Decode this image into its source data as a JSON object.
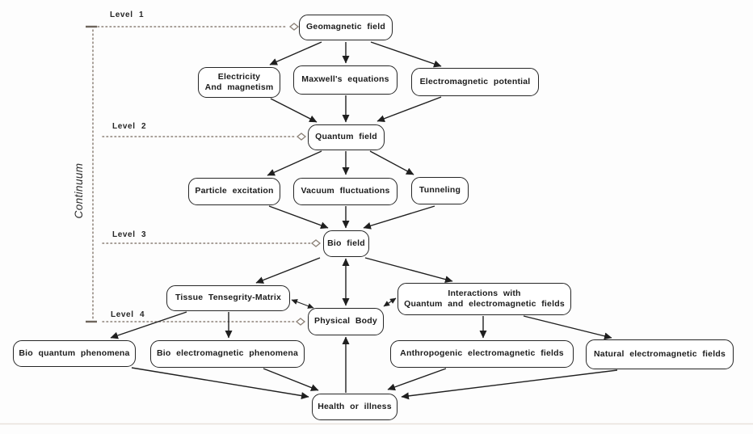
{
  "axis_label": "Continuum",
  "levels": {
    "l1": "Level 1",
    "l2": "Level 2",
    "l3": "Level 3",
    "l4": "Level 4"
  },
  "nodes": {
    "geomagnetic_field": "Geomagnetic field",
    "electricity_magnetism": "Electricity\nAnd magnetism",
    "maxwells_equations": "Maxwell's equations",
    "electromagnetic_potential": "Electromagnetic potential",
    "quantum_field": "Quantum field",
    "particle_excitation": "Particle excitation",
    "vacuum_fluctuations": "Vacuum fluctuations",
    "tunneling": "Tunneling",
    "bio_field": "Bio field",
    "tissue_tensegrity_matrix": "Tissue Tensegrity-Matrix",
    "interactions_fields": "Interactions with\nQuantum and electromagnetic fields",
    "physical_body": "Physical Body",
    "bio_quantum_phenomena": "Bio quantum phenomena",
    "bio_electromagnetic_phenomena": "Bio electromagnetic phenomena",
    "anthropogenic_emf": "Anthropogenic electromagnetic fields",
    "natural_emf": "Natural electromagnetic fields",
    "health_or_illness": "Health or illness"
  },
  "edges": [
    {
      "from": "geomagnetic_field",
      "to": "electricity_magnetism",
      "bidirectional": false
    },
    {
      "from": "geomagnetic_field",
      "to": "maxwells_equations",
      "bidirectional": false
    },
    {
      "from": "geomagnetic_field",
      "to": "electromagnetic_potential",
      "bidirectional": false
    },
    {
      "from": "electricity_magnetism",
      "to": "quantum_field",
      "bidirectional": false
    },
    {
      "from": "maxwells_equations",
      "to": "quantum_field",
      "bidirectional": false
    },
    {
      "from": "electromagnetic_potential",
      "to": "quantum_field",
      "bidirectional": false
    },
    {
      "from": "quantum_field",
      "to": "particle_excitation",
      "bidirectional": false
    },
    {
      "from": "quantum_field",
      "to": "vacuum_fluctuations",
      "bidirectional": false
    },
    {
      "from": "quantum_field",
      "to": "tunneling",
      "bidirectional": false
    },
    {
      "from": "particle_excitation",
      "to": "bio_field",
      "bidirectional": false
    },
    {
      "from": "vacuum_fluctuations",
      "to": "bio_field",
      "bidirectional": false
    },
    {
      "from": "tunneling",
      "to": "bio_field",
      "bidirectional": false
    },
    {
      "from": "bio_field",
      "to": "tissue_tensegrity_matrix",
      "bidirectional": false
    },
    {
      "from": "bio_field",
      "to": "interactions_fields",
      "bidirectional": false
    },
    {
      "from": "bio_field",
      "to": "physical_body",
      "bidirectional": true
    },
    {
      "from": "tissue_tensegrity_matrix",
      "to": "physical_body",
      "bidirectional": true
    },
    {
      "from": "physical_body",
      "to": "interactions_fields",
      "bidirectional": true
    },
    {
      "from": "tissue_tensegrity_matrix",
      "to": "bio_quantum_phenomena",
      "bidirectional": false
    },
    {
      "from": "tissue_tensegrity_matrix",
      "to": "bio_electromagnetic_phenomena",
      "bidirectional": false
    },
    {
      "from": "interactions_fields",
      "to": "anthropogenic_emf",
      "bidirectional": false
    },
    {
      "from": "interactions_fields",
      "to": "natural_emf",
      "bidirectional": false
    },
    {
      "from": "bio_quantum_phenomena",
      "to": "health_or_illness",
      "bidirectional": false
    },
    {
      "from": "bio_electromagnetic_phenomena",
      "to": "health_or_illness",
      "bidirectional": false
    },
    {
      "from": "anthropogenic_emf",
      "to": "health_or_illness",
      "bidirectional": false
    },
    {
      "from": "natural_emf",
      "to": "health_or_illness",
      "bidirectional": false
    },
    {
      "from": "health_or_illness",
      "to": "physical_body",
      "bidirectional": false
    }
  ],
  "colors": {
    "connector": "#1f1f1f",
    "guide": "#8b8076",
    "box_border": "#262626",
    "box_fill": "#ffffff",
    "divider": "#e8e2dc"
  }
}
